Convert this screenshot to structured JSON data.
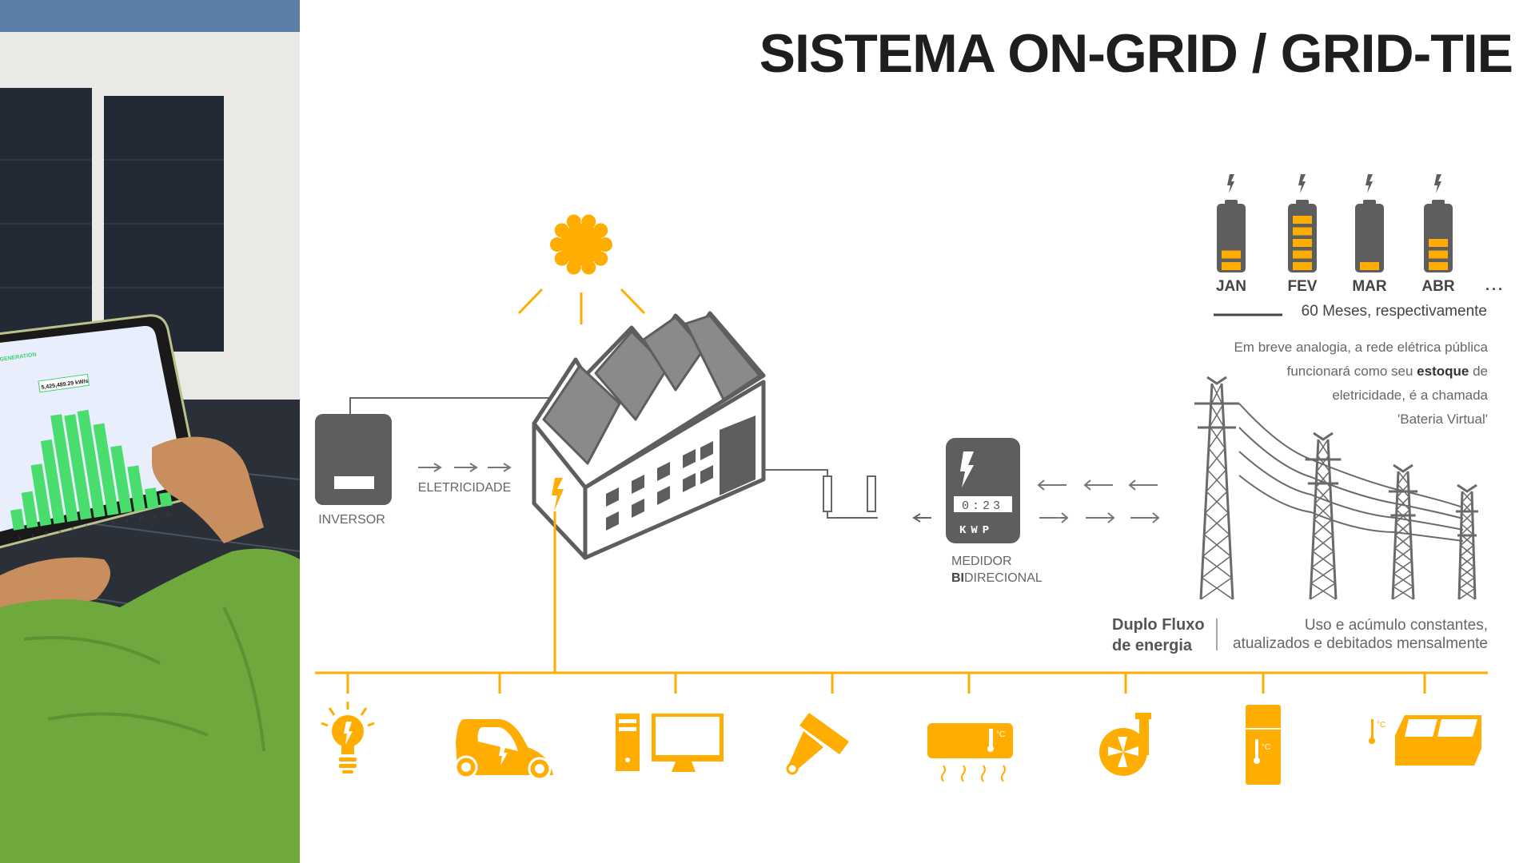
{
  "title": "SISTEMA ON-GRID / GRID-TIE",
  "colors": {
    "accent": "#FFAD00",
    "equipment": "#5e5e5e",
    "title": "#1e1e1e",
    "text": "#666666"
  },
  "photo": {
    "tablet_dropdown": "GENERATION",
    "tablet_tooltip": "5,425,489.29 kW/s",
    "tablet_bar_levels": [
      0.18,
      0.32,
      0.55,
      0.75,
      0.96,
      0.94,
      0.96,
      0.82,
      0.6,
      0.4,
      0.18,
      0.12
    ],
    "tablet_x_labels": [
      "1",
      "2",
      "3",
      "4",
      "5",
      "6",
      "7",
      "8",
      "9",
      "10",
      "11",
      "12"
    ]
  },
  "inverter": {
    "label": "INVERSOR"
  },
  "flow_label": "ELETRICIDADE",
  "meter": {
    "display": "0:23",
    "unit": "KWP",
    "label_line1": "MEDIDOR",
    "label_bold": "BI",
    "label_rest": "DIRECIONAL"
  },
  "batteries": [
    {
      "month": "JAN",
      "level": 2,
      "max": 5
    },
    {
      "month": "FEV",
      "level": 5,
      "max": 5
    },
    {
      "month": "MAR",
      "level": 1,
      "max": 5
    },
    {
      "month": "ABR",
      "level": 3,
      "max": 5
    }
  ],
  "batteries_ellipsis": "...",
  "period_caption": "60 Meses, respectivamente",
  "analogy": {
    "line1": "Em breve analogia, a rede elétrica pública",
    "line2_pre": "funcionará como seu ",
    "line2_bold": "estoque",
    "line2_post": " de",
    "line3": "eletricidade, é a chamada",
    "line4": "'Bateria Virtual'"
  },
  "double_flow": {
    "title_line1": "Duplo Fluxo",
    "title_line2": "de energia",
    "desc_line1": "Uso e acúmulo constantes,",
    "desc_line2": "atualizados e debitados mensalmente"
  },
  "appliances": [
    "lightbulb-icon",
    "electric-car-icon",
    "computer-icon",
    "power-drill-icon",
    "air-conditioner-icon",
    "fan-blower-icon",
    "refrigerator-icon",
    "freezer-icon"
  ]
}
